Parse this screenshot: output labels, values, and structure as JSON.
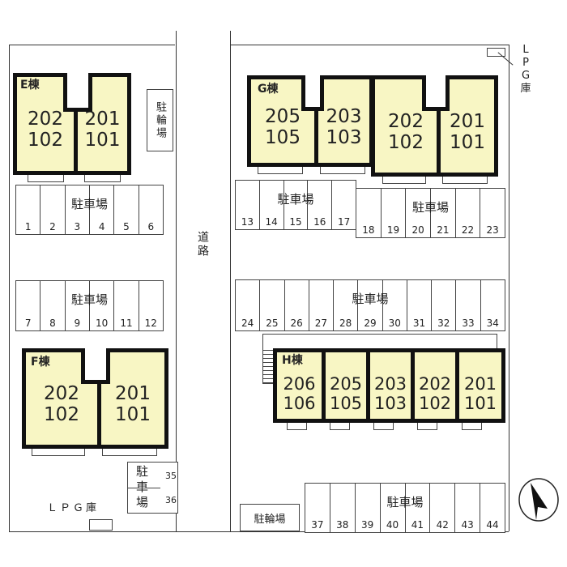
{
  "road_label": "道路",
  "parking_label": "駐車場",
  "bicycle_label": "駐輪場",
  "lpg_label": "ＬＰＧ庫",
  "lpg_label_vertical": "LPG庫",
  "buildings": {
    "E": {
      "name": "E棟",
      "units": [
        [
          "202",
          "102"
        ],
        [
          "201",
          "101"
        ]
      ]
    },
    "F": {
      "name": "F棟",
      "units": [
        [
          "202",
          "102"
        ],
        [
          "201",
          "101"
        ]
      ]
    },
    "G": {
      "name": "G棟",
      "units": [
        [
          "205",
          "105"
        ],
        [
          "203",
          "103"
        ],
        [
          "202",
          "102"
        ],
        [
          "201",
          "101"
        ]
      ]
    },
    "H": {
      "name": "H棟",
      "units": [
        [
          "206",
          "106"
        ],
        [
          "205",
          "105"
        ],
        [
          "203",
          "103"
        ],
        [
          "202",
          "102"
        ],
        [
          "201",
          "101"
        ]
      ]
    }
  },
  "parking_rows": [
    {
      "slots": [
        "1",
        "2",
        "3",
        "4",
        "5",
        "6"
      ]
    },
    {
      "slots": [
        "7",
        "8",
        "9",
        "10",
        "11",
        "12"
      ]
    },
    {
      "slots": [
        "13",
        "14",
        "15",
        "16",
        "17"
      ]
    },
    {
      "slots": [
        "18",
        "19",
        "20",
        "21",
        "22",
        "23"
      ]
    },
    {
      "slots": [
        "24",
        "25",
        "26",
        "27",
        "28",
        "29",
        "30",
        "31",
        "32",
        "33",
        "34"
      ]
    },
    {
      "slots": [
        "37",
        "38",
        "39",
        "40",
        "41",
        "42",
        "43",
        "44"
      ]
    }
  ],
  "small_parking": {
    "label_chars": [
      "駐",
      "車",
      "場"
    ],
    "slots": [
      "35",
      "36"
    ]
  },
  "colors": {
    "building_fill": "#f8f6c4",
    "wall": "#111111"
  }
}
